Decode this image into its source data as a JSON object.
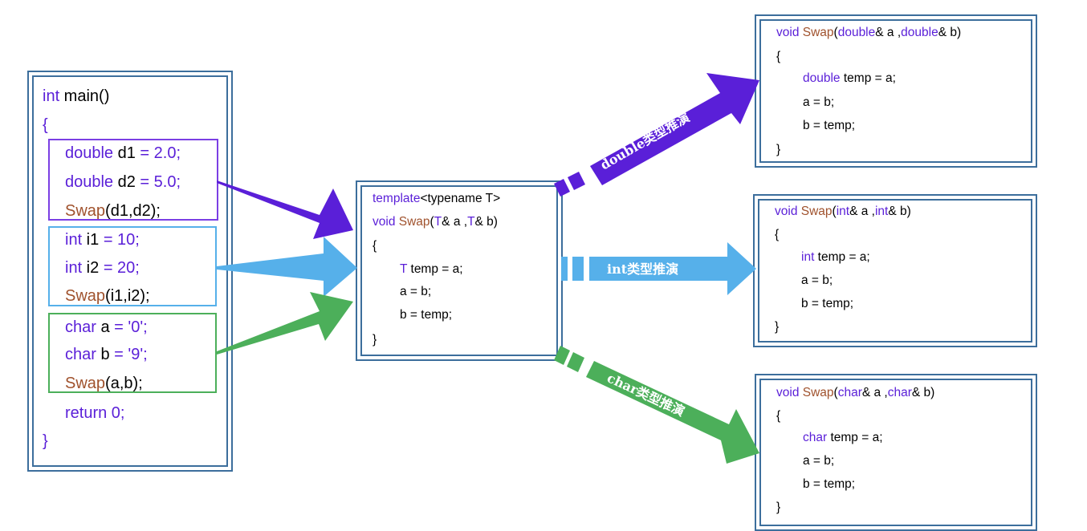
{
  "main": {
    "line1": {
      "kw": "int",
      "rest": " main()"
    },
    "line2": "{",
    "double_group": {
      "d1": {
        "type": "double",
        "var": " d1 ",
        "op": "= 2.0;"
      },
      "d2": {
        "type": "double",
        "var": " d2 ",
        "op": "= 5.0;"
      },
      "call": {
        "fn": "Swap",
        "args": "(d1,d2);"
      }
    },
    "int_group": {
      "i1": {
        "type": "int",
        "var": " i1 ",
        "op": "= 10;"
      },
      "i2": {
        "type": "int",
        "var": " i2 ",
        "op": "= 20;"
      },
      "call": {
        "fn": "Swap",
        "args": "(i1,i2);"
      }
    },
    "char_group": {
      "a": {
        "type": "char",
        "var": " a ",
        "op": "= '0';"
      },
      "b": {
        "type": "char",
        "var": " b ",
        "op": "= '9';"
      },
      "call": {
        "fn": "Swap",
        "args": "(a,b);"
      }
    },
    "return_line": "return 0;",
    "close": "}"
  },
  "template": {
    "line1_kw": "template",
    "line1_rest": "<typename T>",
    "sig_void": "void ",
    "sig_fn": "Swap",
    "sig_p1": "(",
    "sig_t1": "T",
    "sig_p2": "& a ,",
    "sig_t2": "T",
    "sig_p3": "& b)",
    "open": "{",
    "body1_type": "T",
    "body1_rest": " temp = a;",
    "body2": "a = b;",
    "body3": "b = temp;",
    "close": "}"
  },
  "specializations": [
    {
      "void": "void ",
      "fn": "Swap",
      "type": "double",
      "p1": "& a ,",
      "p2": "& b)",
      "open": "{",
      "body_rest": " temp = a;",
      "body2": "a = b;",
      "body3": "b = temp;",
      "close": "}"
    },
    {
      "void": "void ",
      "fn": "Swap",
      "type": "int",
      "p1": "& a ,",
      "p2": "& b)",
      "open": "{",
      "body_rest": " temp = a;",
      "body2": "a = b;",
      "body3": "b = temp;",
      "close": "}"
    },
    {
      "void": "void ",
      "fn": "Swap",
      "type": "char",
      "p1": "& a ,",
      "p2": "& b)",
      "open": "{",
      "body_rest": " temp = a;",
      "body2": "a = b;",
      "body3": "b = temp;",
      "close": "}"
    }
  ],
  "arrow_labels": {
    "double": "double类型推演",
    "int": "int类型推演",
    "char": "char类型推演"
  },
  "colors": {
    "double": "#5a1fd8",
    "int": "#56b0ea",
    "char": "#4caf5a",
    "frame": "#3c6e9c",
    "keyword": "#5a1fd8",
    "function": "#a0522d"
  }
}
